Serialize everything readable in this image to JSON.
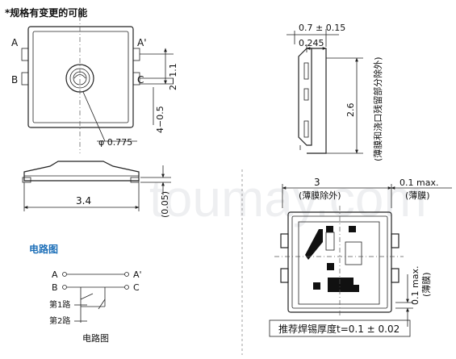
{
  "header": {
    "note": "*规格有变更的可能"
  },
  "watermark": "toumay.com",
  "front_view": {
    "pin_labels": {
      "a": "A",
      "a_prime": "A'",
      "b": "B",
      "c": "C"
    },
    "dims": {
      "pitch": "2−1.1",
      "pad": "4−0.5",
      "hole": "φ 0.775"
    }
  },
  "side_view": {
    "width": "3.4",
    "height": "(0.05)"
  },
  "right_side_view": {
    "total": "0.7 ± 0.15",
    "body": "0.245",
    "height": "2.6",
    "note": "(薄膜和浇口残留部分除外)"
  },
  "bottom_view": {
    "width": "3",
    "width_note": "(薄膜除外)",
    "film": "0.1 max.",
    "film_note": "(薄膜)",
    "film_side": "0.1 max.",
    "film_side_note": "(薄膜)",
    "recommend": "推荐焊锡厚度t=0.1 ± 0.02"
  },
  "circuit": {
    "title": "电路图",
    "labels": {
      "a": "A",
      "b": "B",
      "a_prime": "A'",
      "c": "C",
      "path1": "第1路",
      "path2": "第2路"
    },
    "caption": "电路图"
  }
}
